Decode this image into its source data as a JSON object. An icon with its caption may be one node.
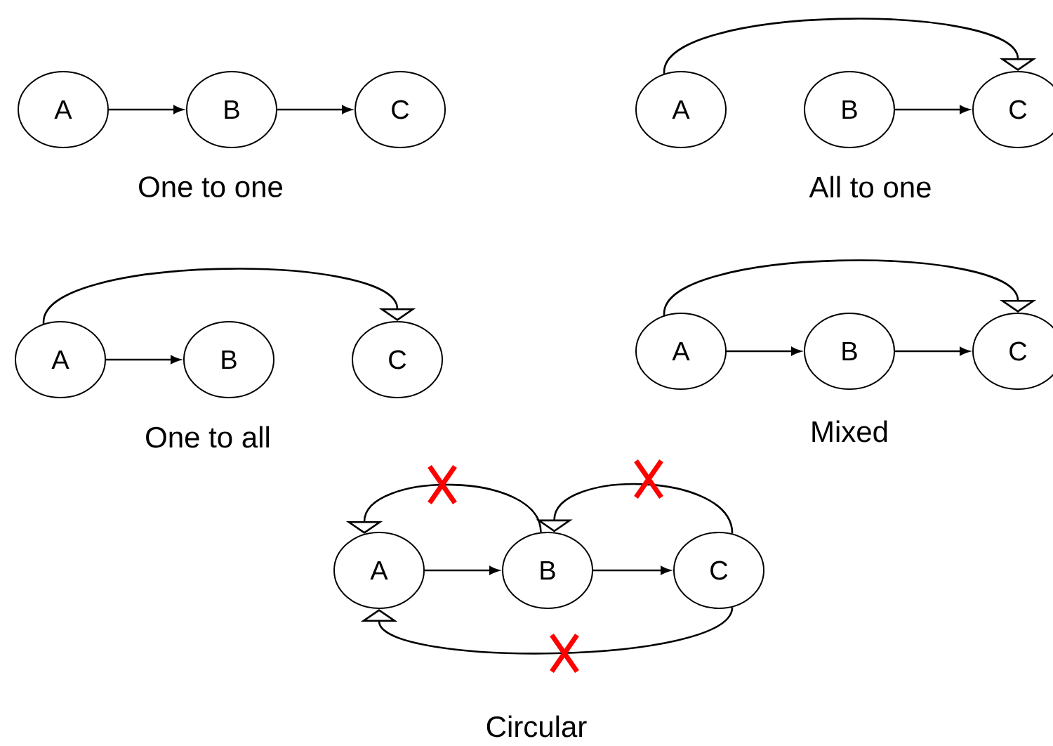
{
  "diagram": {
    "nodes": [
      {
        "text": [
          "A"
        ]
      },
      {
        "text": [
          "B"
        ]
      },
      {
        "text": [
          "C"
        ]
      },
      {
        "text": [
          "A"
        ]
      },
      {
        "text": [
          "B"
        ]
      },
      {
        "text": [
          "C"
        ]
      },
      {
        "text": [
          "A"
        ]
      },
      {
        "text": [
          "B"
        ]
      },
      {
        "text": [
          "C"
        ]
      },
      {
        "text": [
          "A"
        ]
      },
      {
        "text": [
          "B"
        ]
      },
      {
        "text": [
          "C"
        ]
      },
      {
        "text": [
          "A"
        ]
      },
      {
        "text": [
          "B"
        ]
      },
      {
        "text": [
          "C"
        ]
      }
    ],
    "edges": [
      {
        "from": 0,
        "to": 1,
        "arrow": "to"
      },
      {
        "from": 1,
        "to": 2,
        "arrow": "to"
      },
      {
        "from": 3,
        "to": 5,
        "arrow": "to"
      },
      {
        "from": 4,
        "to": 5,
        "arrow": "to"
      },
      {
        "from": 6,
        "to": 7,
        "arrow": "to"
      },
      {
        "from": 6,
        "to": 8,
        "arrow": "to"
      },
      {
        "from": 9,
        "to": 10,
        "arrow": "to"
      },
      {
        "from": 10,
        "to": 11,
        "arrow": "to"
      },
      {
        "from": 9,
        "to": 11,
        "arrow": "to"
      },
      {
        "from": 12,
        "to": 13,
        "arrow": "to"
      },
      {
        "from": 13,
        "to": 14,
        "arrow": "to"
      },
      {
        "from": 13,
        "to": 12,
        "arrow": "to"
      },
      {
        "from": 14,
        "to": 13,
        "arrow": "to"
      },
      {
        "from": 14,
        "to": 12,
        "arrow": "to"
      }
    ],
    "labels": [
      "One to one",
      "All to one",
      "One to all",
      "Mixed",
      "Circular"
    ]
  }
}
